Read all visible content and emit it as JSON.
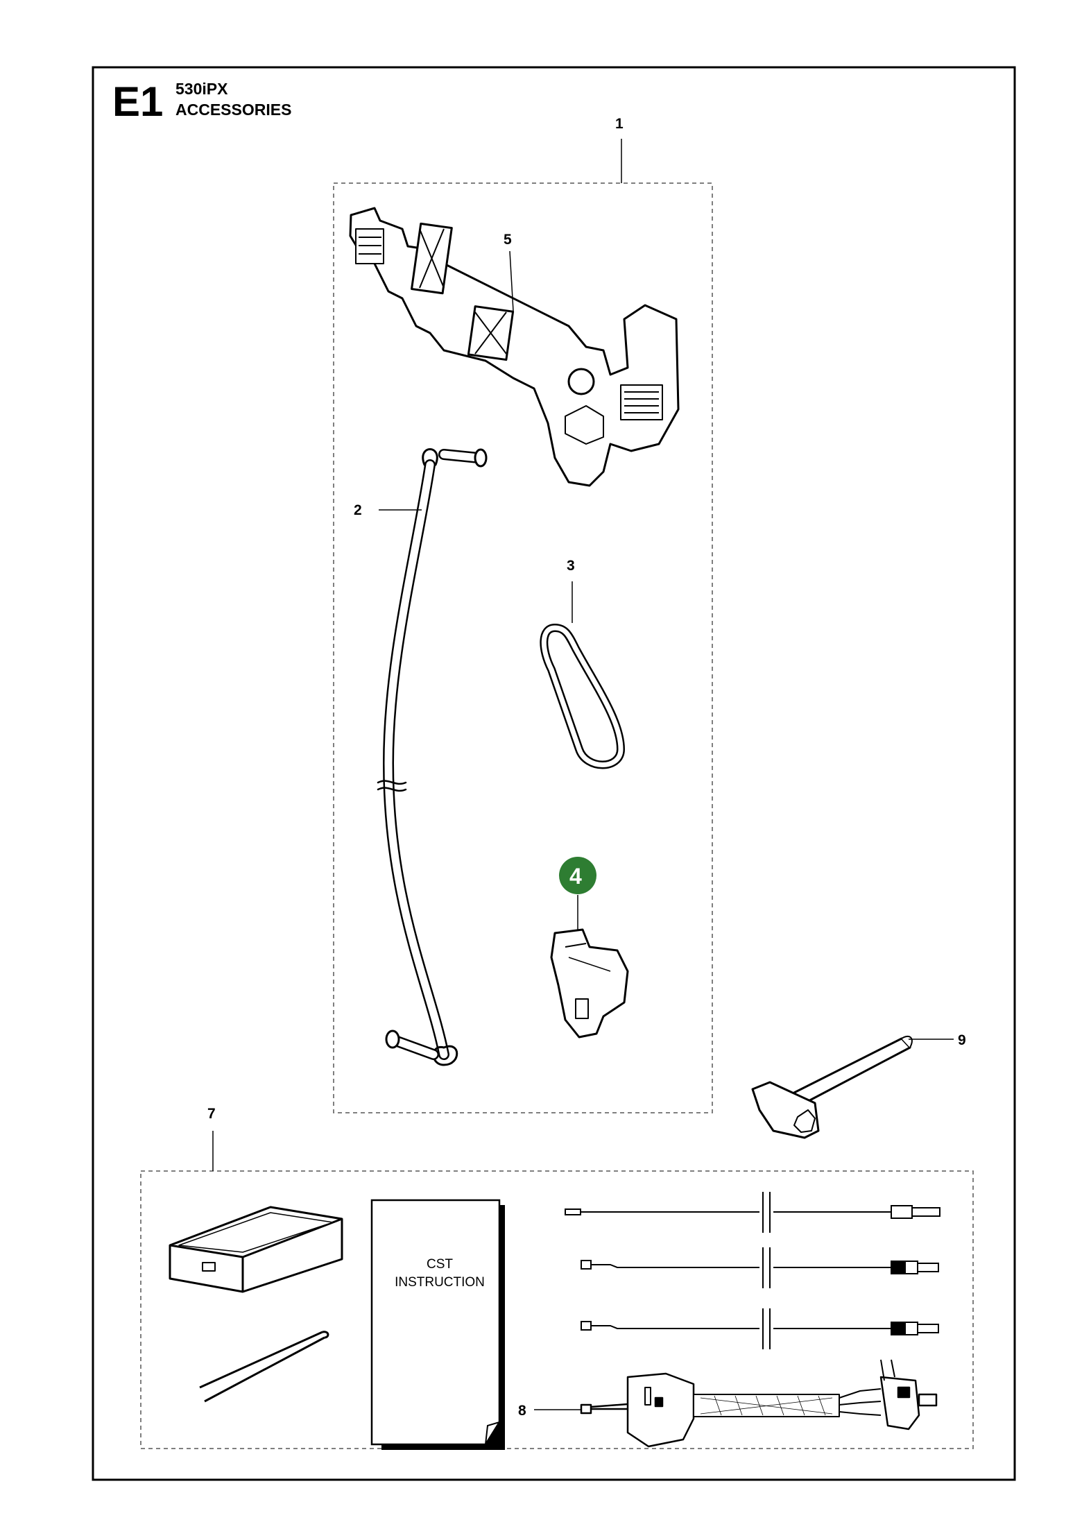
{
  "header": {
    "section_code": "E1",
    "model": "530iPX",
    "group_name": "ACCESSORIES"
  },
  "callouts": {
    "c1": "1",
    "c2": "2",
    "c3": "3",
    "c4": "4",
    "c5": "5",
    "c7": "7",
    "c8": "8",
    "c9": "9"
  },
  "manual": {
    "line1": "CST",
    "line2": "INSTRUCTION"
  },
  "colors": {
    "highlight": "#2e7d32",
    "line": "#000000"
  }
}
